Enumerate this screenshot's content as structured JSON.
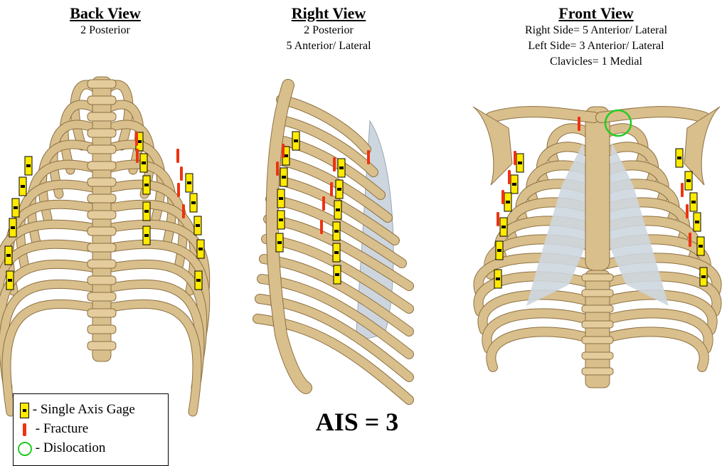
{
  "views": {
    "back": {
      "title": "Back View",
      "lines": [
        "2 Posterior"
      ]
    },
    "right": {
      "title": "Right View",
      "lines": [
        "2 Posterior",
        "5 Anterior/ Lateral"
      ]
    },
    "front": {
      "title": "Front View",
      "lines": [
        "Right Side= 5 Anterior/ Lateral",
        "Left Side= 3 Anterior/ Lateral",
        "Clavicles= 1 Medial"
      ]
    }
  },
  "legend": {
    "gage": "- Single Axis Gage",
    "fracture": "- Fracture",
    "dislocation": "- Dislocation"
  },
  "ais": "AIS = 3",
  "colors": {
    "bone": "#d9bf8c",
    "bone_edge": "#8c7042",
    "cartilage": "#cdd6df",
    "gage": "#ffea00",
    "fracture": "#ee3311",
    "dislocation": "#22cc22"
  }
}
